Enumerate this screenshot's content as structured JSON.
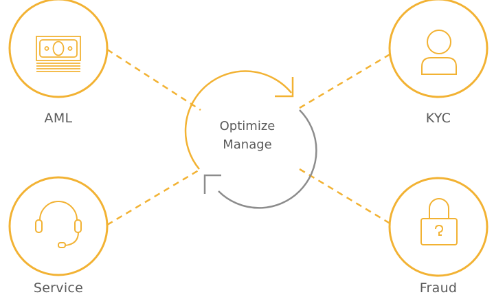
{
  "diagram": {
    "center": {
      "line1": "Optimize",
      "line2": "Manage"
    },
    "nodes": [
      {
        "label": "AML",
        "icon": "banknote-icon"
      },
      {
        "label": "KYC",
        "icon": "user-icon"
      },
      {
        "label": "Service",
        "icon": "headset-icon"
      },
      {
        "label": "Fraud",
        "icon": "padlock-icon"
      }
    ]
  },
  "colors": {
    "accent": "#F2B233",
    "cycle_gray": "#8C8C8C",
    "text": "#5A5A5A"
  }
}
